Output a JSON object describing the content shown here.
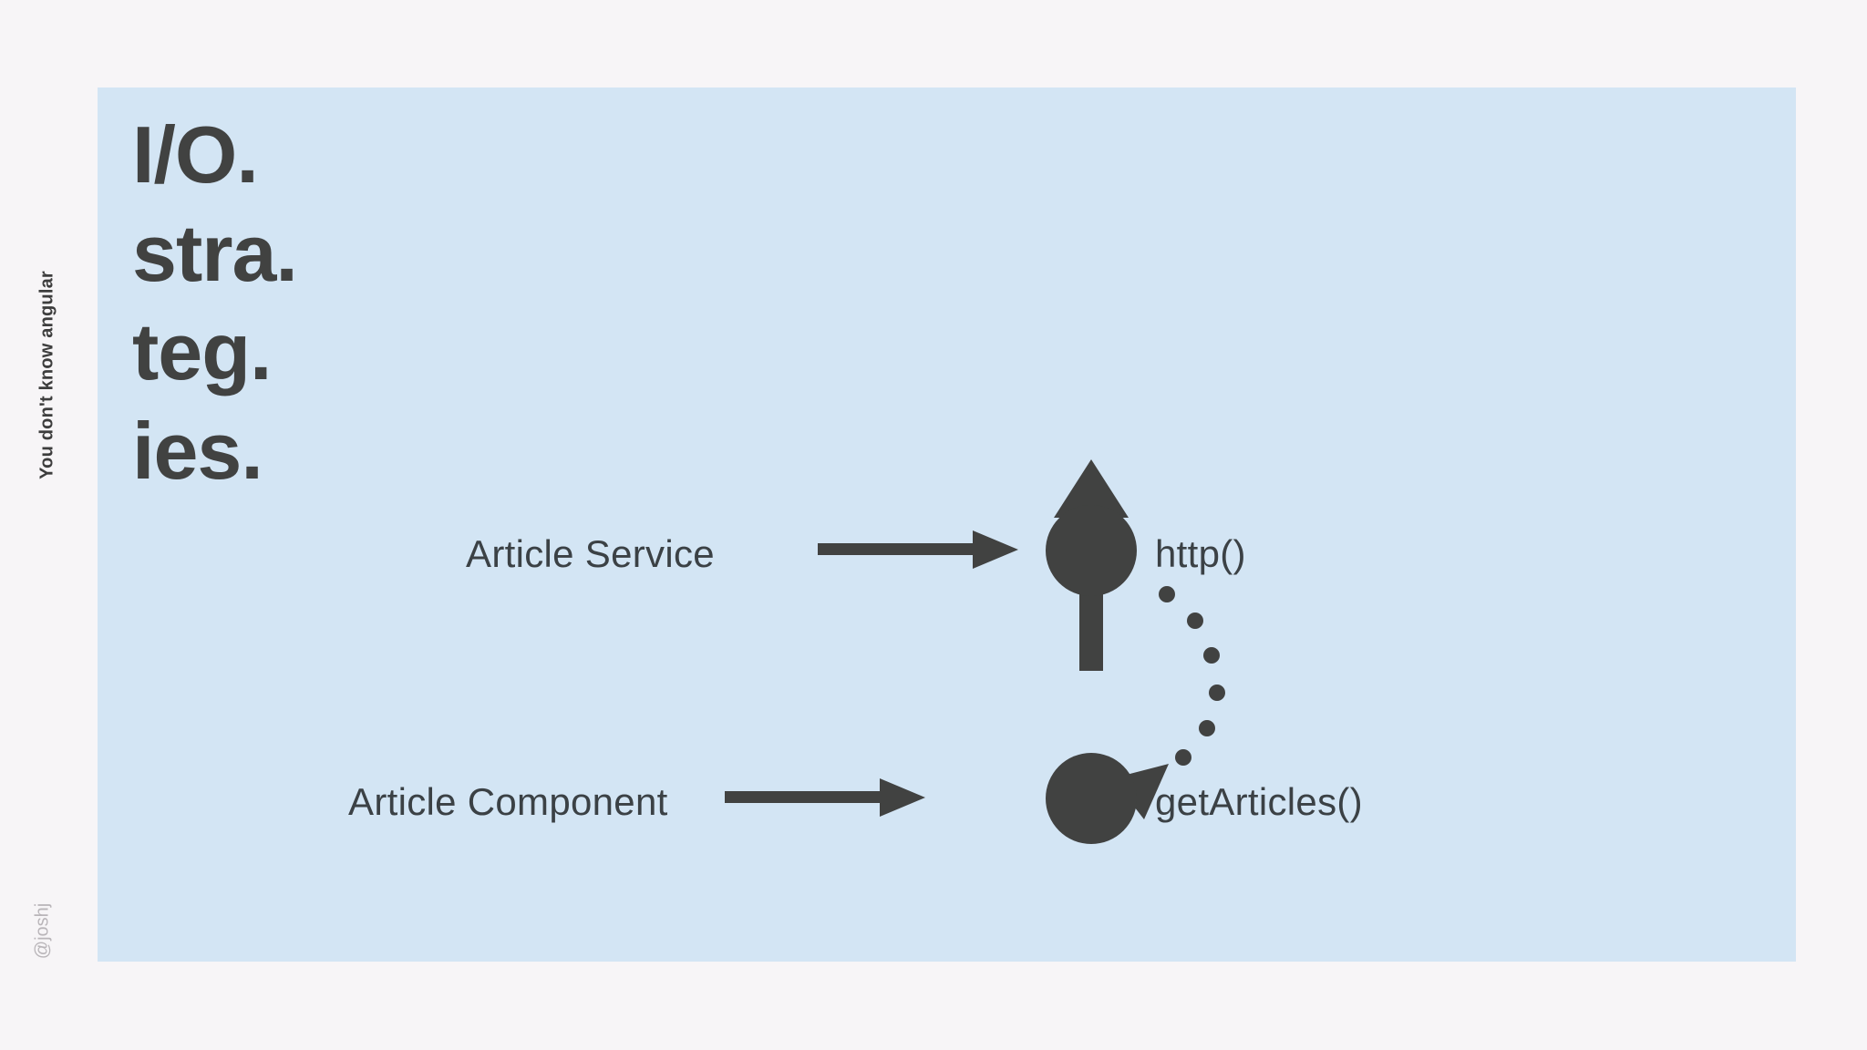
{
  "slide": {
    "page_background": "#f7f5f7",
    "panel_background": "#d3e5f4",
    "ink_color": "#414241",
    "label_color": "#3b4145",
    "muted_color": "#b9b5b9"
  },
  "rail": {
    "deck_title": "You don't know angular",
    "handle": "@joshj"
  },
  "headline": {
    "lines": [
      "I/O.",
      "stra.",
      "teg.",
      "ies."
    ]
  },
  "diagram": {
    "nodes": [
      {
        "id": "service-node",
        "label": "Article Service",
        "method": "http()"
      },
      {
        "id": "component-node",
        "label": "Article Component",
        "method": "getArticles()"
      }
    ],
    "labels": {
      "service": "Article Service",
      "http": "http()",
      "component": "Article Component",
      "get_articles": "getArticles()"
    },
    "edges": [
      {
        "id": "service-call-edge",
        "style": "solid",
        "direction": "right",
        "from": "Article Service",
        "to": "http()"
      },
      {
        "id": "component-call-edge",
        "style": "solid",
        "direction": "right",
        "from": "Article Component",
        "to": "getArticles()"
      },
      {
        "id": "invoke-up-edge",
        "style": "solid",
        "direction": "up",
        "from": "getArticles()",
        "to": "http()"
      },
      {
        "id": "response-dotted-edge",
        "style": "dotted",
        "direction": "down",
        "from": "http()",
        "to": "getArticles()"
      }
    ]
  }
}
